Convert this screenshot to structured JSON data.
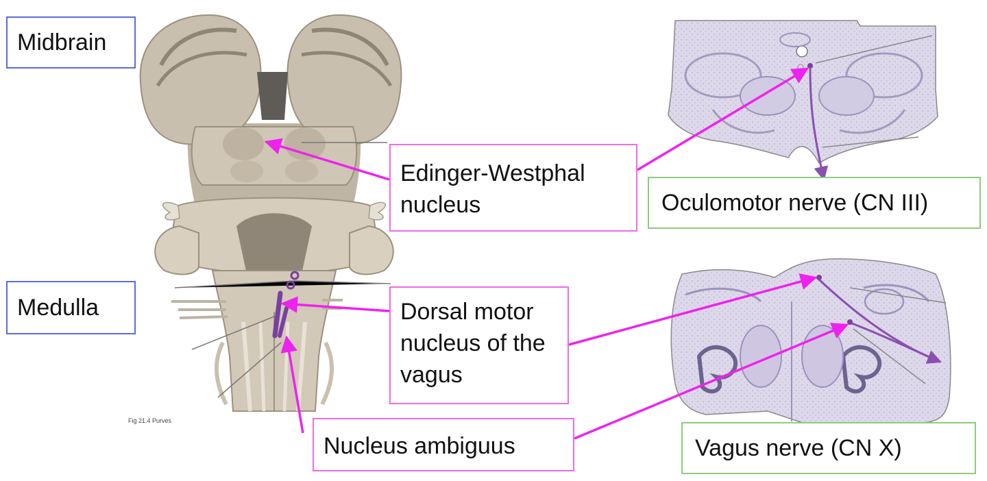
{
  "regions": {
    "midbrain": "Midbrain",
    "medulla": "Medulla"
  },
  "nuclei": {
    "edinger_westphal": "Edinger-Westphal nucleus",
    "dorsal_motor": "Dorsal motor nucleus of the vagus",
    "ambiguus": "Nucleus ambiguus"
  },
  "nerves": {
    "oculomotor": "Oculomotor nerve (CN III)",
    "vagus": "Vagus nerve (CN X)"
  },
  "figure_caption": "Fig 21.4 Purves",
  "colors": {
    "region_border": "#5a6be0",
    "nucleus_border": "#ee6be6",
    "nerve_border": "#8bcd7a",
    "pointer": "#ee22ee",
    "nucleus_fill": "#7a3fa0",
    "brainstem": "#d8cfbf"
  }
}
